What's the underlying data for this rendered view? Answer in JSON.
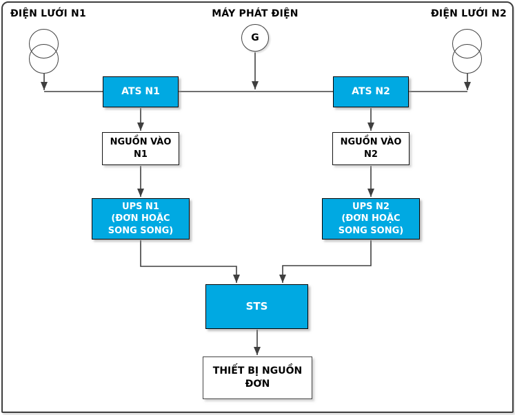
{
  "colors": {
    "accent": "#00A9E2",
    "line": "#3f3f3f"
  },
  "sources": {
    "grid1_label": "ĐIỆN LƯỚI N1",
    "generator_label": "MÁY PHÁT ĐIỆN",
    "generator_symbol": "G",
    "grid2_label": "ĐIỆN LƯỚI N2"
  },
  "nodes": {
    "ats1": {
      "label": "ATS N1"
    },
    "ats2": {
      "label": "ATS N2"
    },
    "input1": {
      "line1": "NGUỒN VÀO",
      "line2": "N1"
    },
    "input2": {
      "line1": "NGUỒN VÀO",
      "line2": "N2"
    },
    "ups1": {
      "line1": "UPS N1",
      "line2": "(ĐƠN HOẶC",
      "line3": "SONG SONG)"
    },
    "ups2": {
      "line1": "UPS N2",
      "line2": "(ĐƠN HOẶC",
      "line3": "SONG SONG)"
    },
    "sts": {
      "label": "STS"
    },
    "load": {
      "label": "THIẾT BỊ NGUỒN ĐƠN"
    }
  }
}
